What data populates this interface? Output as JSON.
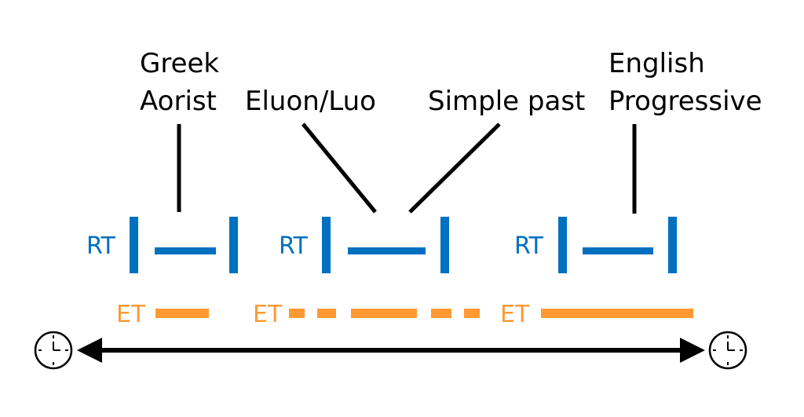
{
  "labels": {
    "greek_line1": "Greek",
    "greek_line2": "Aorist",
    "eluon": "Eluon/Luo",
    "simple_past": "Simple past",
    "english_line1": "English",
    "english_line2": "Progressive"
  },
  "rt_label": "RT",
  "et_label": "ET",
  "colors": {
    "rt": "#0070c0",
    "et": "#ff9933",
    "text": "#000000",
    "arrow": "#000000"
  },
  "icons": [
    "clock-icon",
    "clock-icon"
  ]
}
